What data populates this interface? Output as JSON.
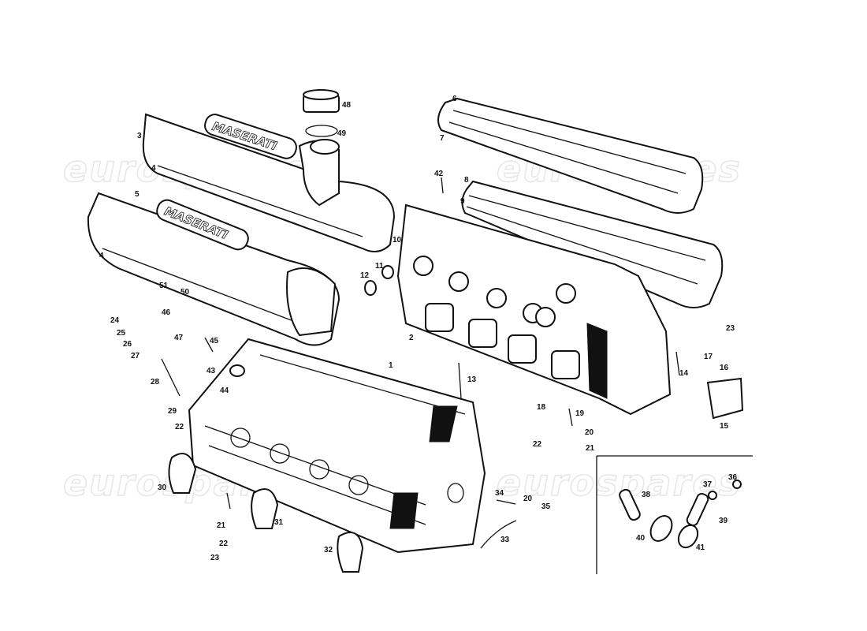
{
  "watermark": "eurospares",
  "badge_text": "MASERATI",
  "labels": [
    "48",
    "49",
    "3",
    "4",
    "5",
    "4",
    "6",
    "7",
    "8",
    "9",
    "42",
    "10",
    "11",
    "12",
    "2",
    "1",
    "51",
    "50",
    "46",
    "47",
    "45",
    "24",
    "25",
    "26",
    "27",
    "28",
    "43",
    "44",
    "29",
    "22",
    "13",
    "23",
    "17",
    "16",
    "14",
    "15",
    "18",
    "19",
    "20",
    "21",
    "22",
    "30",
    "21",
    "22",
    "23",
    "31",
    "32",
    "34",
    "20",
    "35",
    "33",
    "38",
    "37",
    "36",
    "39",
    "40",
    "41"
  ],
  "colors": {
    "ink": "#111111",
    "paper": "#ffffff",
    "watermark": "#e6e6e6"
  }
}
